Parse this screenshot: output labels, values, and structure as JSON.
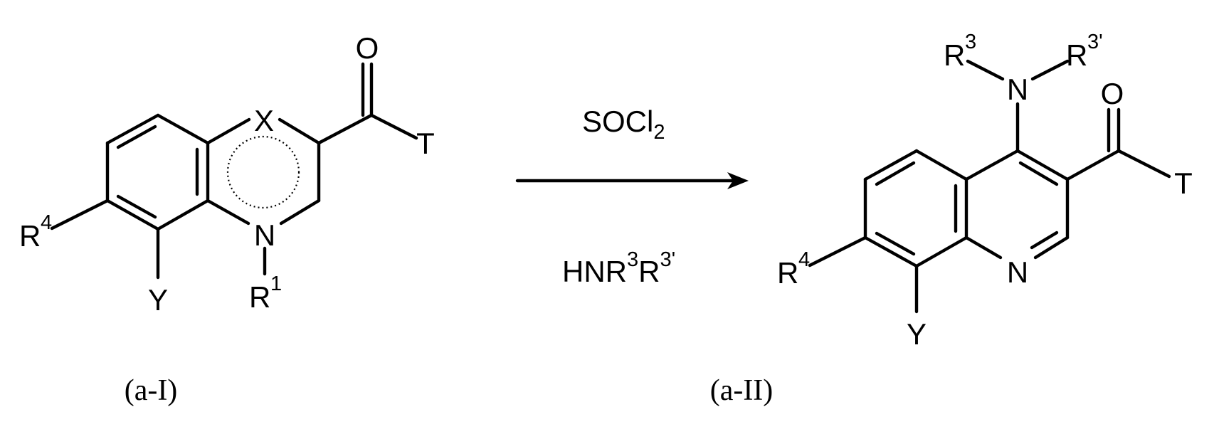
{
  "reactant": {
    "caption": "(a-I)",
    "labels": {
      "X": "X",
      "N": "N",
      "O": "O",
      "T": "T",
      "Y": "Y",
      "R4_base": "R",
      "R4_sup": "4",
      "R1_base": "R",
      "R1_sup": "1"
    }
  },
  "arrow": {
    "above": {
      "base": "SOCl",
      "sub": "2"
    },
    "below": {
      "p1": "HNR",
      "s1": "3",
      "p2": "R",
      "s2": "3'"
    }
  },
  "product": {
    "caption": "(a-II)",
    "labels": {
      "N_amine": "N",
      "N_ring": "N",
      "O": "O",
      "T": "T",
      "Y": "Y",
      "R3_base": "R",
      "R3_sup": "3",
      "R3p_base": "R",
      "R3p_sup": "3'",
      "R4_base": "R",
      "R4_sup": "4"
    }
  }
}
